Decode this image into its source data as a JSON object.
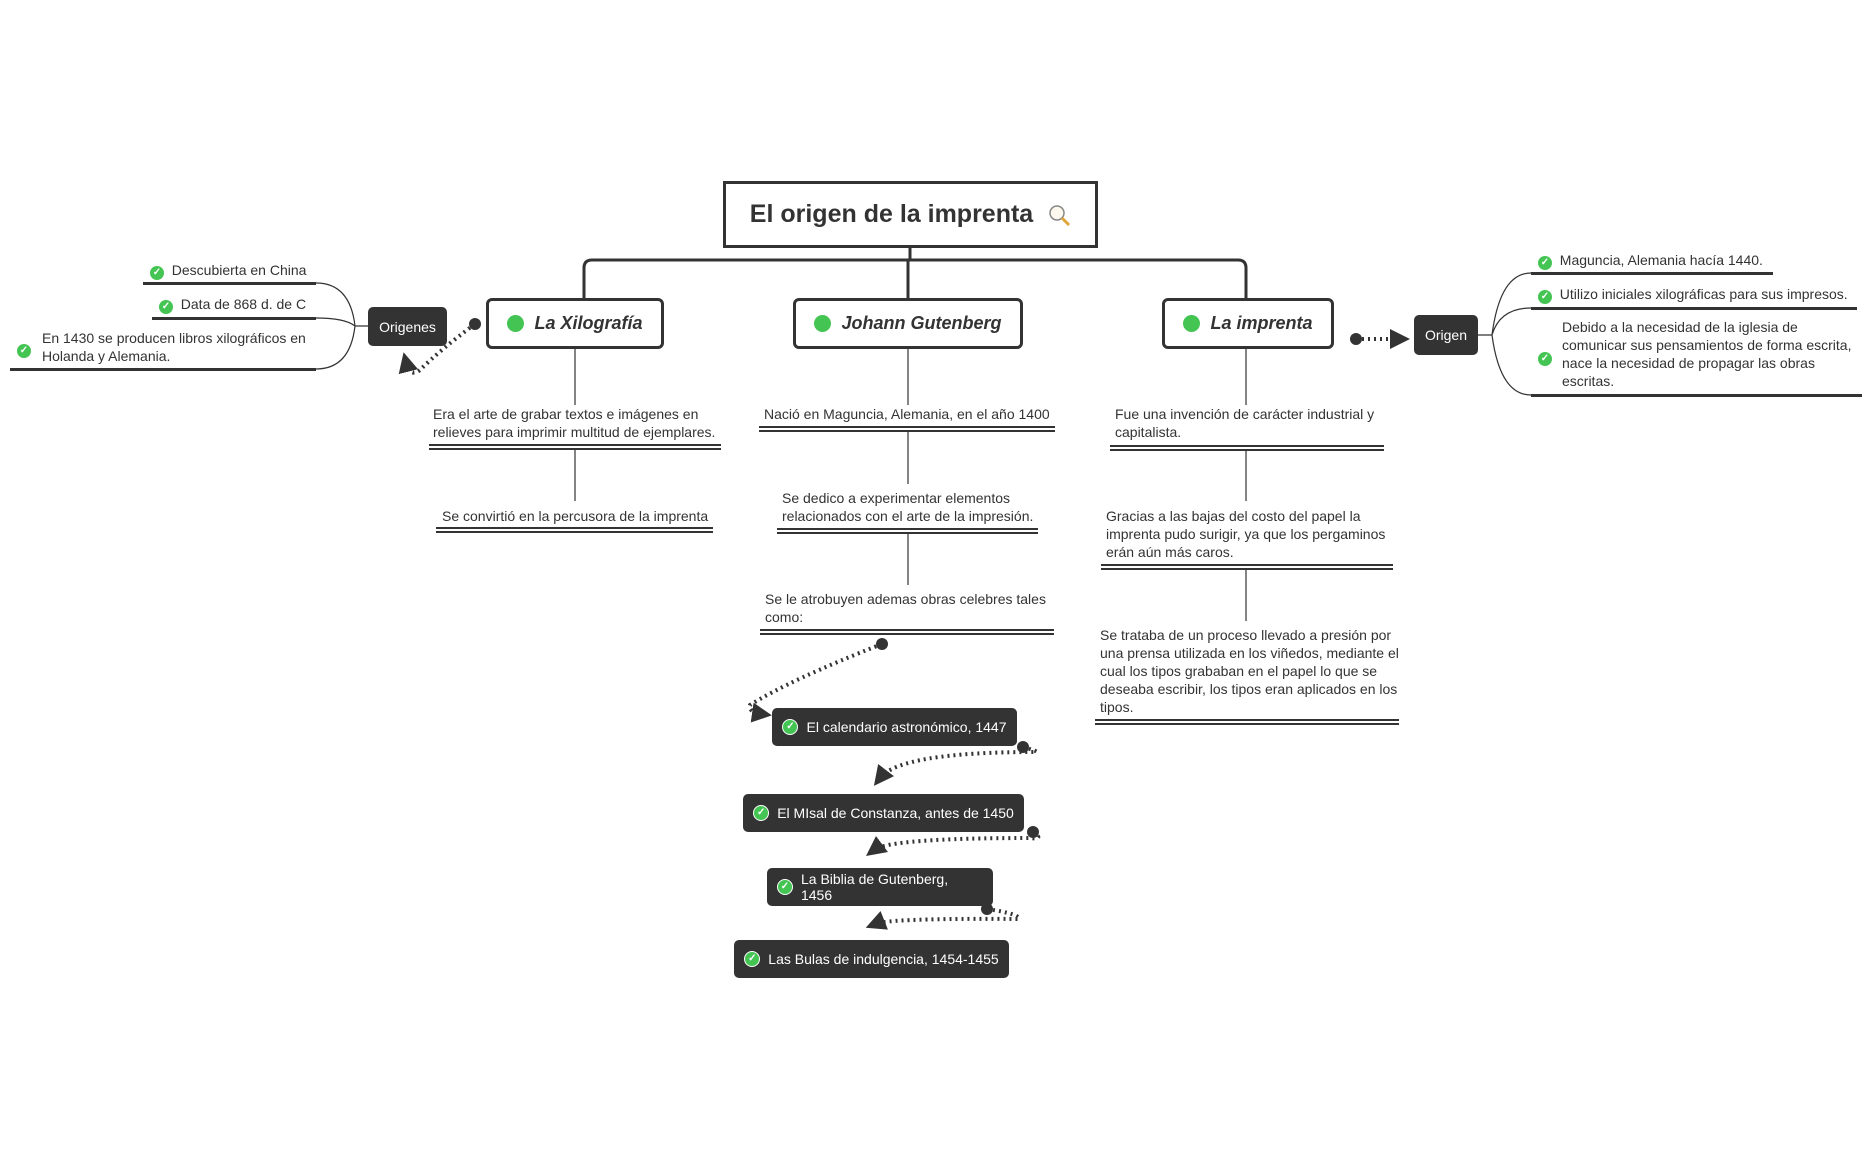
{
  "root": {
    "title": "El origen de la imprenta",
    "icon": "magnifier-icon"
  },
  "colors": {
    "accent_green": "#44c553",
    "node_dark": "#333333",
    "line": "#333333"
  },
  "topics": {
    "xilografia": {
      "title": "La Xilografía",
      "details": [
        "Era el arte de grabar textos e imágenes en relieves para imprimir multitud de ejemplares.",
        "Se convirtió en la percusora de la imprenta"
      ],
      "side_node": "Origenes",
      "side_items": [
        "Descubierta en China",
        "Data de 868 d. de C",
        "En 1430 se producen libros xilográficos en Holanda y Alemania."
      ]
    },
    "gutenberg": {
      "title": "Johann Gutenberg",
      "details": [
        "Nació en Maguncia, Alemania, en el año 1400",
        "Se dedico a experimentar elementos relacionados con el arte de la impresión.",
        "Se le atrobuyen ademas obras celebres tales como:"
      ],
      "works": [
        "El calendario astronómico, 1447",
        "El MIsal de Constanza, antes de 1450",
        "La Biblia de Gutenberg, 1456",
        "Las Bulas de indulgencia, 1454-1455"
      ]
    },
    "imprenta": {
      "title": "La imprenta",
      "details": [
        "Fue una invención de carácter industrial y capitalista.",
        "Gracias a las bajas del costo del papel la imprenta pudo surigir, ya que los pergaminos erán aún más caros.",
        "Se trataba de un proceso llevado a presión por una prensa utilizada en los viñedos, mediante el cual los tipos grababan en el papel lo que se deseaba escribir, los tipos eran aplicados en los tipos."
      ],
      "side_node": "Origen",
      "side_items": [
        "Maguncia, Alemania hacía 1440.",
        "Utilizo iniciales xilográficas para sus impresos.",
        "Debido a la necesidad de la iglesia de comunicar sus pensamientos de forma escrita, nace la necesidad de propagar las obras escritas."
      ]
    }
  }
}
